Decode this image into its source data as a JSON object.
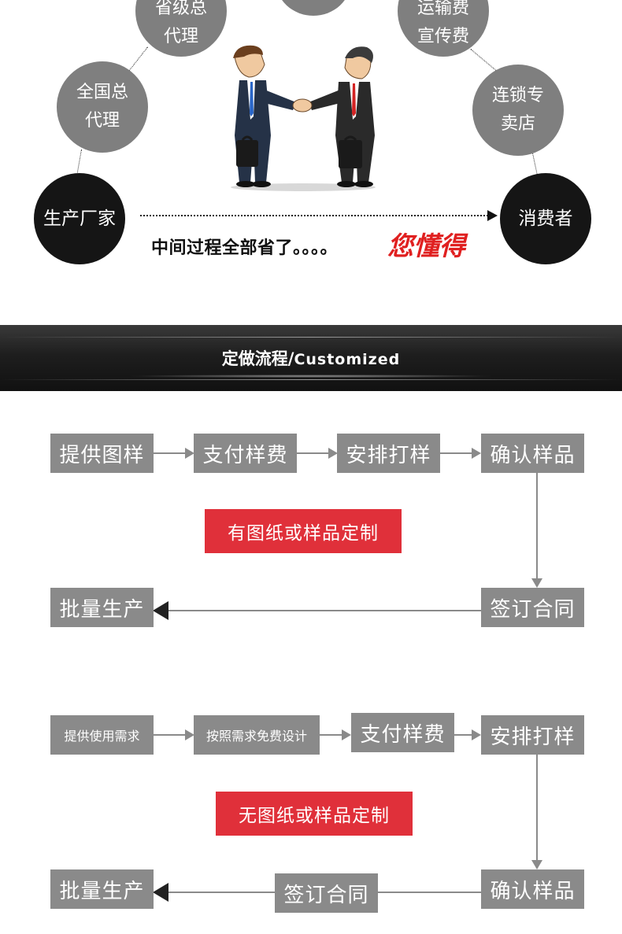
{
  "chain": {
    "nodes": {
      "provincial_agent": "省级总\n代理",
      "national_agent": "全国总\n代理",
      "manufacturer": "生产厂家",
      "shipping_fee": "运输费\n宣传费",
      "chain_store": "连锁专\n卖店",
      "consumer": "消费者"
    },
    "tagline": "中间过程全部省了。。。。",
    "tagline_emphasis": "您懂得"
  },
  "header": {
    "title_cn": "定做流程",
    "separator": "/",
    "title_en": "Customized"
  },
  "flow_a": {
    "label": "有图纸或样品定制",
    "steps": [
      "提供图样",
      "支付样费",
      "安排打样",
      "确认样品",
      "签订合同",
      "批量生产"
    ]
  },
  "flow_b": {
    "label": "无图纸或样品定制",
    "steps": [
      "提供使用需求",
      "按照需求免费设计",
      "支付样费",
      "安排打样",
      "确认样品",
      "签订合同",
      "批量生产"
    ]
  },
  "colors": {
    "box_gray": "#8a8a8a",
    "label_red": "#e0303a",
    "emphasis_red": "#e02020",
    "node_black": "#151515",
    "node_gray": "#7f7f7f"
  }
}
